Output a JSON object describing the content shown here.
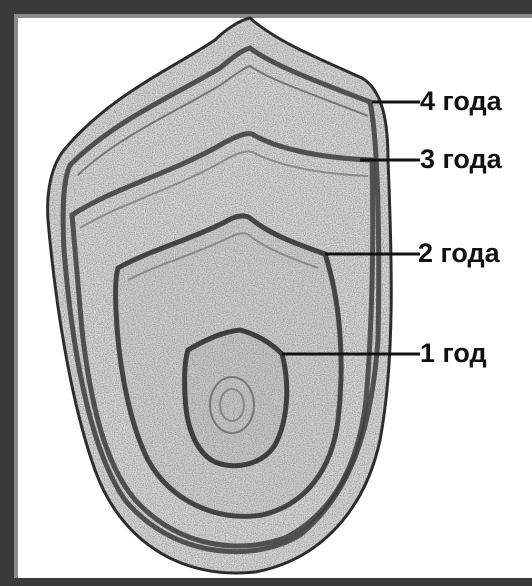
{
  "labels": {
    "year4": "4 года",
    "year3": "3 года",
    "year2": "2 года",
    "year1": "1 год"
  },
  "colors": {
    "frame": "#3a3a3a",
    "ink": "#111111",
    "scale_fill": "#d8d8d8",
    "ring_dark": "#3c3c3c"
  }
}
